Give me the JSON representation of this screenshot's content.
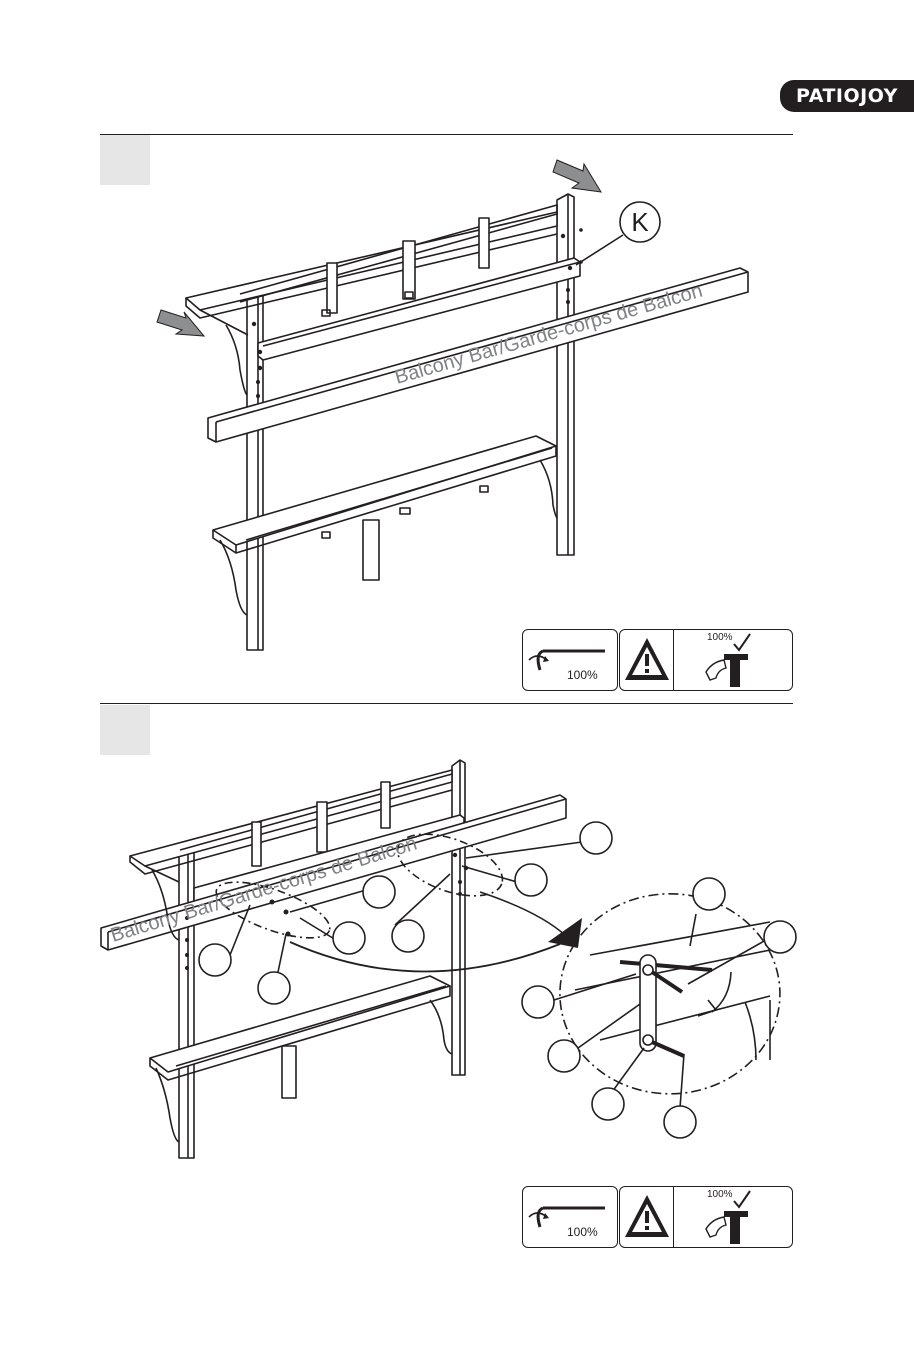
{
  "header": {
    "brand": "PATIOJOY"
  },
  "steps": [
    {
      "part_label": "K",
      "part_text": "Balcony Bar/Garde-corps de Balcon",
      "icons": {
        "tighten_percent": "100%",
        "check_percent": "100%"
      }
    },
    {
      "part_text": "Balcony Bar/Garde-corps de Balcon",
      "icons": {
        "tighten_percent": "100%",
        "check_percent": "100%"
      }
    }
  ]
}
